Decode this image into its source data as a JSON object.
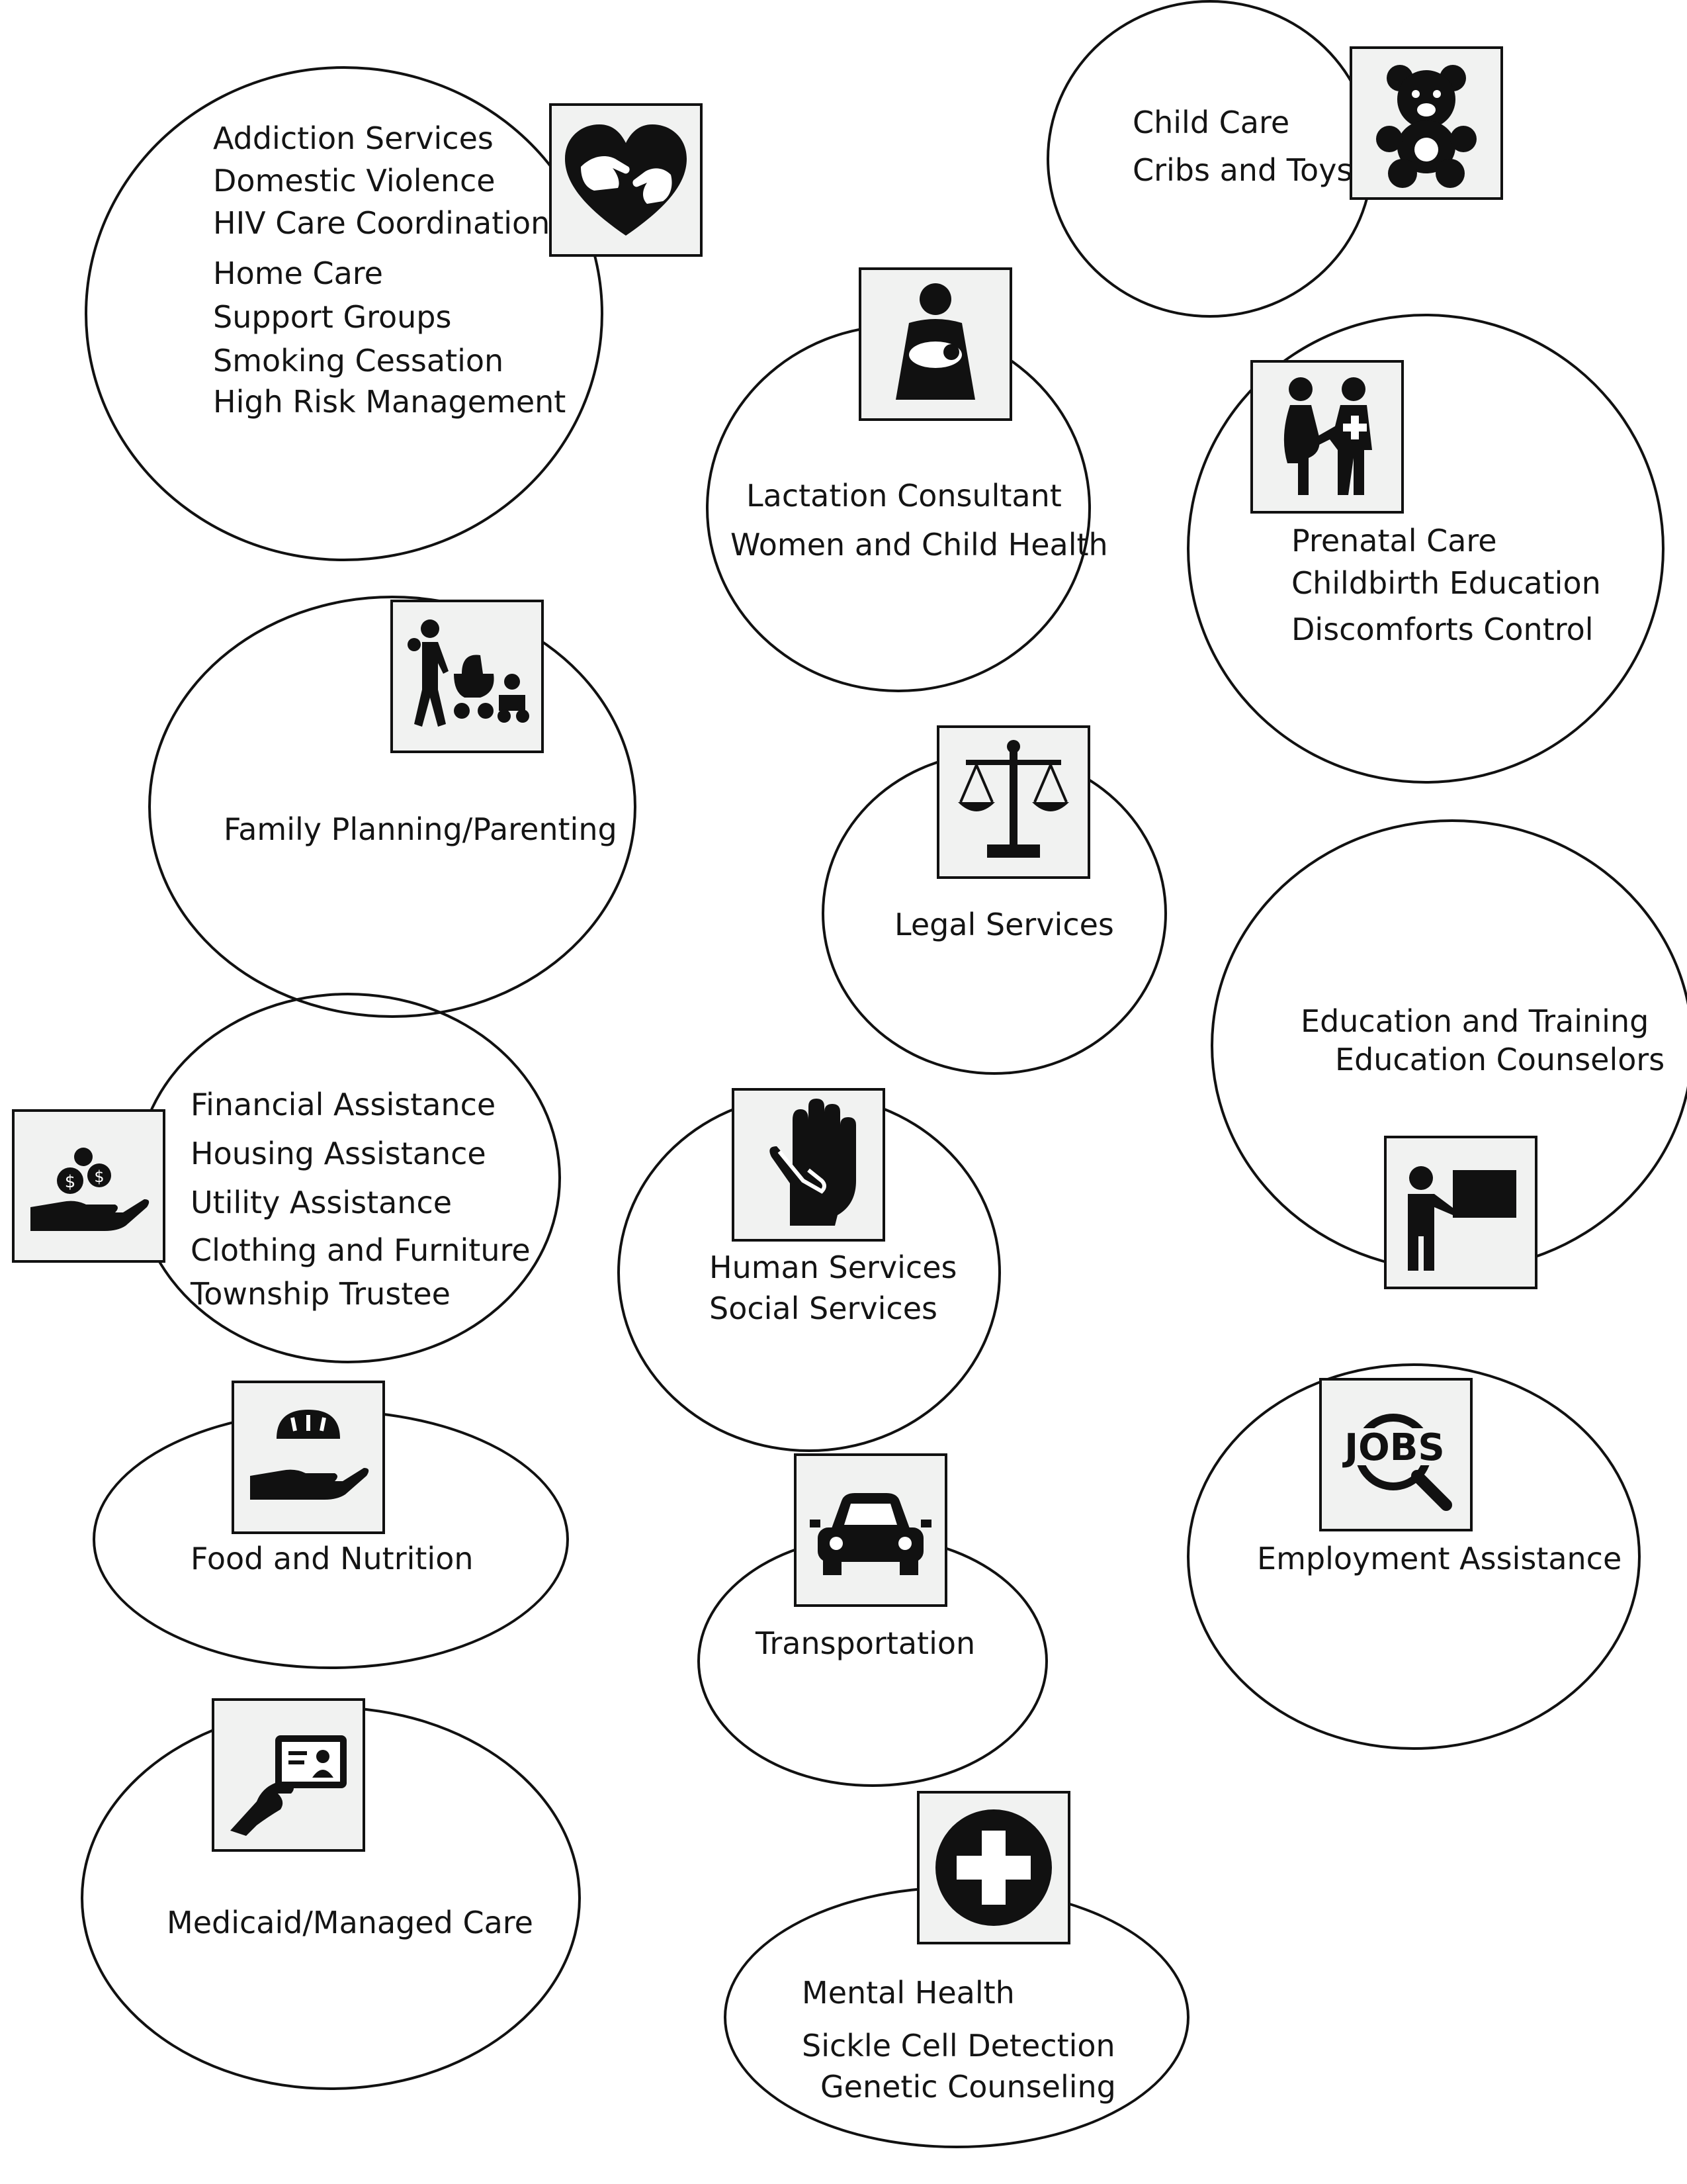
{
  "colors": {
    "stroke": "#111111",
    "icon_bg": "#f1f2f1",
    "text": "#141414"
  },
  "groups": {
    "addiction": {
      "icon": "caring-hands-heart-icon",
      "lines": [
        "Addiction Services",
        "Domestic Violence",
        "HIV Care Coordination",
        "Home Care",
        "Support Groups",
        "Smoking Cessation",
        "High Risk Management"
      ]
    },
    "child_care": {
      "icon": "teddy-bear-icon",
      "lines": [
        "Child Care",
        "Cribs and Toys"
      ]
    },
    "lactation": {
      "icon": "mother-holding-baby-icon",
      "lines": [
        "Lactation Consultant",
        "Women and Child Health"
      ]
    },
    "prenatal": {
      "icon": "pregnant-woman-and-doctor-icon",
      "lines": [
        "Prenatal Care",
        "Childbirth Education",
        "Discomforts Control"
      ]
    },
    "family": {
      "icon": "parent-with-stroller-icon",
      "lines": [
        "Family Planning/Parenting"
      ]
    },
    "legal": {
      "icon": "scales-of-justice-icon",
      "lines": [
        "Legal Services"
      ]
    },
    "education": {
      "icon": "teacher-at-board-icon",
      "lines": [
        "Education and Training",
        "Education Counselors"
      ]
    },
    "financial": {
      "icon": "hand-with-coins-icon",
      "lines": [
        "Financial Assistance",
        "Housing Assistance",
        "Utility Assistance",
        "Clothing and Furniture",
        "Township Trustee"
      ]
    },
    "human": {
      "icon": "helping-hands-icon",
      "lines": [
        "Human Services",
        "Social Services"
      ]
    },
    "food": {
      "icon": "hand-with-bread-icon",
      "lines": [
        "Food and Nutrition"
      ]
    },
    "transport": {
      "icon": "car-icon",
      "lines": [
        "Transportation"
      ]
    },
    "employment": {
      "icon": "jobs-search-icon",
      "lines": [
        "Employment Assistance"
      ]
    },
    "medicaid": {
      "icon": "hand-holding-id-card-icon",
      "lines": [
        "Medicaid/Managed Care"
      ]
    },
    "mental": {
      "icon": "medical-cross-icon",
      "lines": [
        "Mental Health",
        "Sickle Cell Detection",
        "Genetic Counseling"
      ]
    }
  }
}
